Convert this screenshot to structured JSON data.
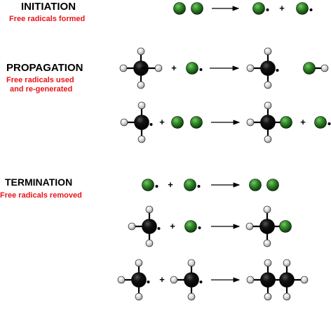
{
  "stages": {
    "initiation": {
      "title": "INITIATION",
      "subtitle_lines": [
        "Free radicals formed"
      ]
    },
    "propagation": {
      "title": "PROPAGATION",
      "subtitle_lines": [
        "Free radicals used",
        "and re-generated"
      ]
    },
    "termination": {
      "title": "TERMINATION",
      "subtitle_lines": [
        "Free radicals removed"
      ]
    }
  },
  "symbols": {
    "plus": "+"
  },
  "colors": {
    "subtitle": "#e8141a",
    "chlorine": "#1e6b1a",
    "carbon": "#000000",
    "hydrogen": "#d8d8d8",
    "radical_dot": "#000000"
  },
  "reactions": [
    {
      "stage": "initiation",
      "reactants": [
        "Cl2"
      ],
      "products": [
        "Cl-radical",
        "Cl-radical"
      ]
    },
    {
      "stage": "propagation",
      "reactants": [
        "CH4",
        "Cl-radical"
      ],
      "products": [
        "CH3-radical",
        "HCl"
      ]
    },
    {
      "stage": "propagation",
      "reactants": [
        "CH3-radical",
        "Cl2"
      ],
      "products": [
        "CH3Cl",
        "Cl-radical"
      ]
    },
    {
      "stage": "termination",
      "reactants": [
        "Cl-radical",
        "Cl-radical"
      ],
      "products": [
        "Cl2"
      ]
    },
    {
      "stage": "termination",
      "reactants": [
        "CH3-radical",
        "Cl-radical"
      ],
      "products": [
        "CH3Cl"
      ]
    },
    {
      "stage": "termination",
      "reactants": [
        "CH3-radical",
        "CH3-radical"
      ],
      "products": [
        "C2H6"
      ]
    }
  ]
}
